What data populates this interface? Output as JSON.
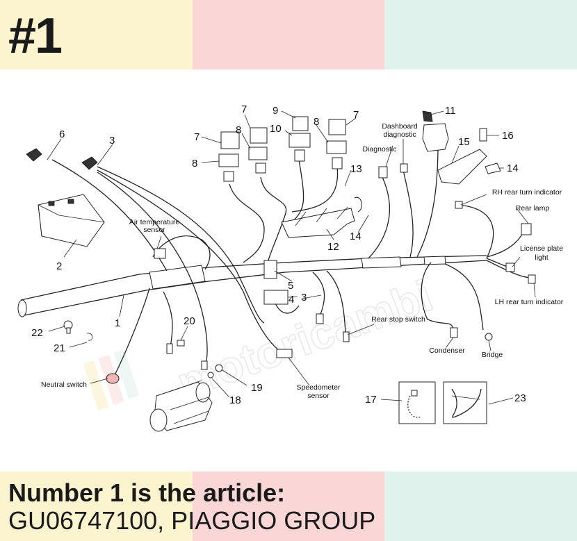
{
  "header": {
    "title": "#1"
  },
  "footer": {
    "line1": "Number 1 is the article:",
    "line2": "GU06747100, PIAGGIO GROUP"
  },
  "diagram": {
    "callouts": {
      "n1": "1",
      "n2": "2",
      "n3a": "3",
      "n3b": "3",
      "n4": "4",
      "n5": "5",
      "n6": "6",
      "n7a": "7",
      "n7b": "7",
      "n7c": "7",
      "n8a": "8",
      "n8b": "8",
      "n8c": "8",
      "n9": "9",
      "n10": "10",
      "n11": "11",
      "n12": "12",
      "n13": "13",
      "n14a": "14",
      "n14b": "14",
      "n15": "15",
      "n16": "16",
      "n17": "17",
      "n18": "18",
      "n19": "19",
      "n20": "20",
      "n21": "21",
      "n22": "22",
      "n23": "23"
    },
    "labels": {
      "air_temp_1": "Air temperature",
      "air_temp_2": "sensor",
      "dash_diag_1": "Dashboard",
      "dash_diag_2": "diagnostic",
      "diagnostic": "Diagnostic",
      "rh_turn": "RH rear turn indicator",
      "rear_lamp": "Rear lamp",
      "plate_1": "License plate",
      "plate_2": "light",
      "lh_turn": "LH rear turn indicator",
      "rear_stop": "Rear stop switch",
      "condenser": "Condenser",
      "bridge": "Bridge",
      "neutral": "Neutral switch",
      "speedo_1": "Speedometer",
      "speedo_2": "sensor"
    },
    "watermark": "motoricambi"
  }
}
